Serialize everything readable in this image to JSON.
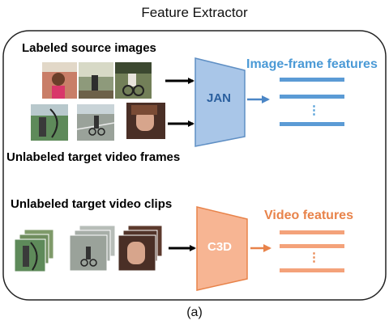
{
  "title": "Feature Extractor",
  "caption": "(a)",
  "top_section": {
    "source_label": "Labeled source images",
    "target_label": "Unlabeled target video frames",
    "model": "JAN",
    "output_label": "Image-frame features",
    "dots": "⋮"
  },
  "bottom_section": {
    "clips_label": "Unlabeled target video clips",
    "model": "C3D",
    "output_label": "Video features",
    "dots": "⋮"
  },
  "colors": {
    "jan_fill": "#a9c6e8",
    "jan_stroke": "#5f8fc4",
    "feature_blue": "#5b9bd5",
    "c3d_fill": "#f7b593",
    "c3d_stroke": "#e8834a",
    "feature_orange": "#f4a27a"
  }
}
